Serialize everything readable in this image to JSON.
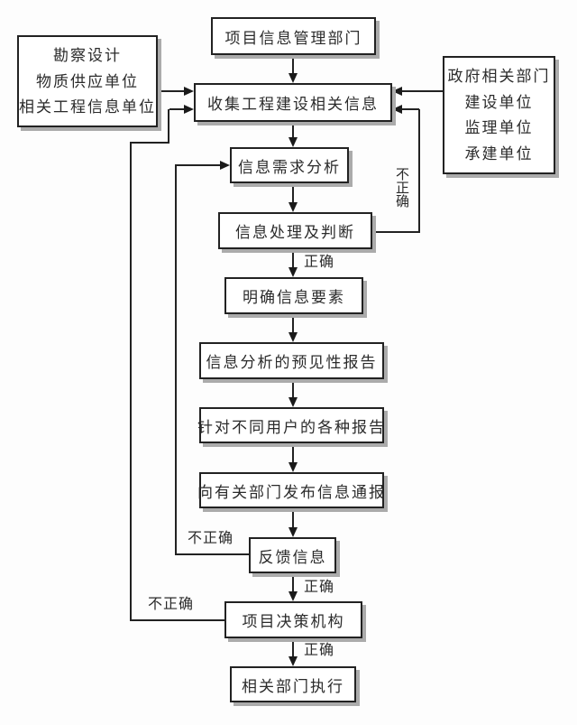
{
  "diagram": {
    "nodes": {
      "project_info_dept": "项目信息管理部门",
      "sources_left": [
        "勘察设计",
        "物质供应单位",
        "相关工程信息单位"
      ],
      "collect": "收集工程建设相关信息",
      "sources_right": [
        "政府相关部门",
        "建设单位",
        "监理单位",
        "承建单位"
      ],
      "demand_analysis": "信息需求分析",
      "process_judge": "信息处理及判断",
      "clarify_elements": "明确信息要素",
      "predictive_report": "信息分析的预见性报告",
      "user_reports": "针对不同用户的各种报告",
      "notify_depts": "向有关部门发布信息通报",
      "feedback": "反馈信息",
      "decision_body": "项目决策机构",
      "execute": "相关部门执行"
    },
    "edge_labels": {
      "correct": "正确",
      "incorrect": "不正确"
    },
    "edges": [
      {
        "from": "project_info_dept",
        "to": "collect",
        "label": ""
      },
      {
        "from": "sources_left",
        "to": "collect",
        "label": ""
      },
      {
        "from": "sources_right",
        "to": "collect",
        "label": ""
      },
      {
        "from": "collect",
        "to": "demand_analysis",
        "label": ""
      },
      {
        "from": "demand_analysis",
        "to": "process_judge",
        "label": ""
      },
      {
        "from": "process_judge",
        "to": "clarify_elements",
        "label": "正确"
      },
      {
        "from": "process_judge",
        "to": "collect",
        "label": "不正确"
      },
      {
        "from": "clarify_elements",
        "to": "predictive_report",
        "label": ""
      },
      {
        "from": "predictive_report",
        "to": "user_reports",
        "label": ""
      },
      {
        "from": "user_reports",
        "to": "notify_depts",
        "label": ""
      },
      {
        "from": "notify_depts",
        "to": "feedback",
        "label": ""
      },
      {
        "from": "feedback",
        "to": "decision_body",
        "label": "正确"
      },
      {
        "from": "feedback",
        "to": "demand_analysis",
        "label": "不正确"
      },
      {
        "from": "decision_body",
        "to": "execute",
        "label": "正确"
      },
      {
        "from": "decision_body",
        "to": "collect",
        "label": "不正确"
      }
    ],
    "colors": {
      "background": "#fdfdfd",
      "node_fill": "#ffffff",
      "stroke": "#222222",
      "shadow": "#ababab",
      "text": "#2b2b2b"
    }
  }
}
